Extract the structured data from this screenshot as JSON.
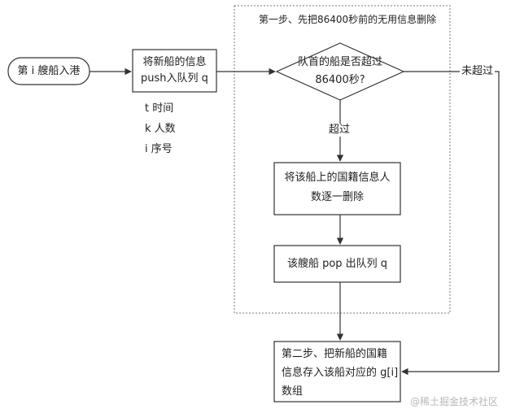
{
  "step1_title": "第一步、先把86400秒前的无用信息删除",
  "start_node": "第 i 艘船入港",
  "push_node": [
    "将新船的信息",
    "push入队列 q"
  ],
  "var_notes": [
    "t 时间",
    "k 人数",
    "i 序号"
  ],
  "decision_node": [
    "队首的船是否超过",
    "86400秒?"
  ],
  "edge_yes": "超过",
  "edge_no": "未超过",
  "delete_node": [
    "将该船上的国籍信息人",
    "数逐一删除"
  ],
  "pop_node": "该艘船 pop 出队列 q",
  "step2_node": [
    "第二步、把新船的国籍",
    "信息存入该船对应的 g[i]",
    "数组"
  ],
  "watermark": "@稀土掘金技术社区",
  "colors": {
    "line": "#333333",
    "dashed": "#777777",
    "text": "#222222"
  }
}
